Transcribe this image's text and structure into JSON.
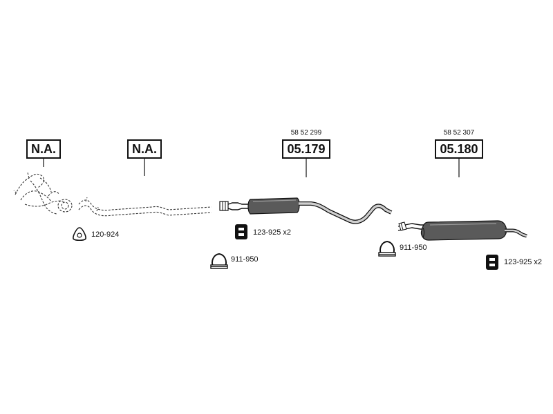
{
  "positions": [
    {
      "id": "pos1",
      "label": "N.A.",
      "oe": ""
    },
    {
      "id": "pos2",
      "label": "N.A.",
      "oe": ""
    },
    {
      "id": "pos3",
      "label": "05.179",
      "oe": "58 52 299"
    },
    {
      "id": "pos4",
      "label": "05.180",
      "oe": "58 52 307"
    }
  ],
  "accessories": [
    {
      "id": "gasket",
      "icon": "triangle-gasket-icon",
      "label": "120-924"
    },
    {
      "id": "hanger1",
      "icon": "rubber-hanger-icon",
      "label": "123-925 x2"
    },
    {
      "id": "clamp1",
      "icon": "clamp-icon",
      "label": "911-950"
    },
    {
      "id": "clamp2",
      "icon": "clamp-icon",
      "label": "911-950"
    },
    {
      "id": "hanger2",
      "icon": "rubber-hanger-icon",
      "label": "123-925 x2"
    }
  ],
  "colors": {
    "ink": "#111111",
    "muffler": "#5a5a5a",
    "pipe": "#cfcfcf"
  }
}
